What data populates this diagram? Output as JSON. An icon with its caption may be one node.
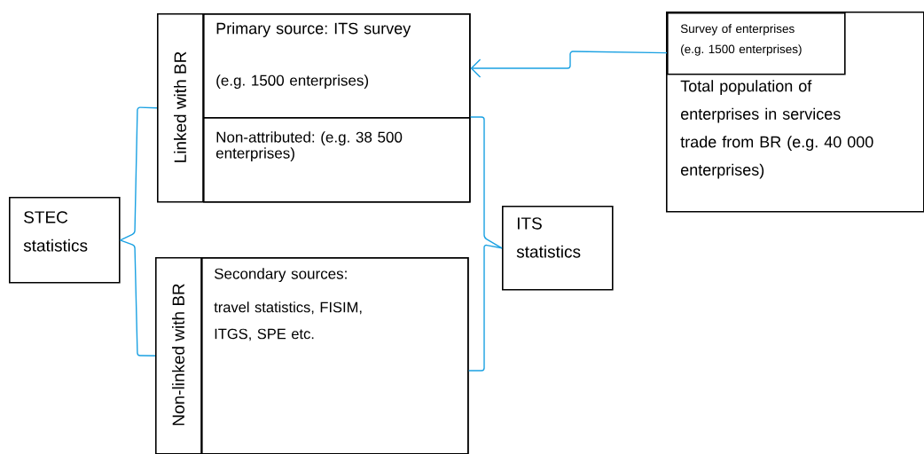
{
  "diagram": {
    "nodes": [
      {
        "text": [
          "Linked with BR"
        ]
      },
      {
        "text": [
          "Primary source: ITS survey",
          "(e.g. 1500 enterprises)"
        ],
        "in": 0
      },
      {
        "text": [
          "Non-attributed: (e.g. 38 500 enterprises)"
        ],
        "in": 0
      },
      {
        "text": [
          "STEC statistics"
        ]
      },
      {
        "text": [
          "Non-linked with BR"
        ]
      },
      {
        "text": [
          "Secondary sources:",
          "travel statistics, FISIM, ITGS, SPE etc."
        ],
        "in": 4
      },
      {
        "text": [
          "ITS statistics"
        ]
      },
      {
        "text": [
          "Total population of enterprises in services trade from BR (e.g. 40 000 enterprises)"
        ]
      },
      {
        "text": [
          "Survey of enterprises (e.g. 1500 enterprises)"
        ],
        "in": 7
      }
    ],
    "edges": [
      {
        "from": 3,
        "to": 0,
        "arrow": "none"
      },
      {
        "from": 3,
        "to": 4,
        "arrow": "none"
      },
      {
        "from": 6,
        "to": 2,
        "arrow": "none"
      },
      {
        "from": 6,
        "to": 4,
        "arrow": "none"
      },
      {
        "from": 8,
        "to": 1,
        "arrow": "to"
      }
    ]
  }
}
